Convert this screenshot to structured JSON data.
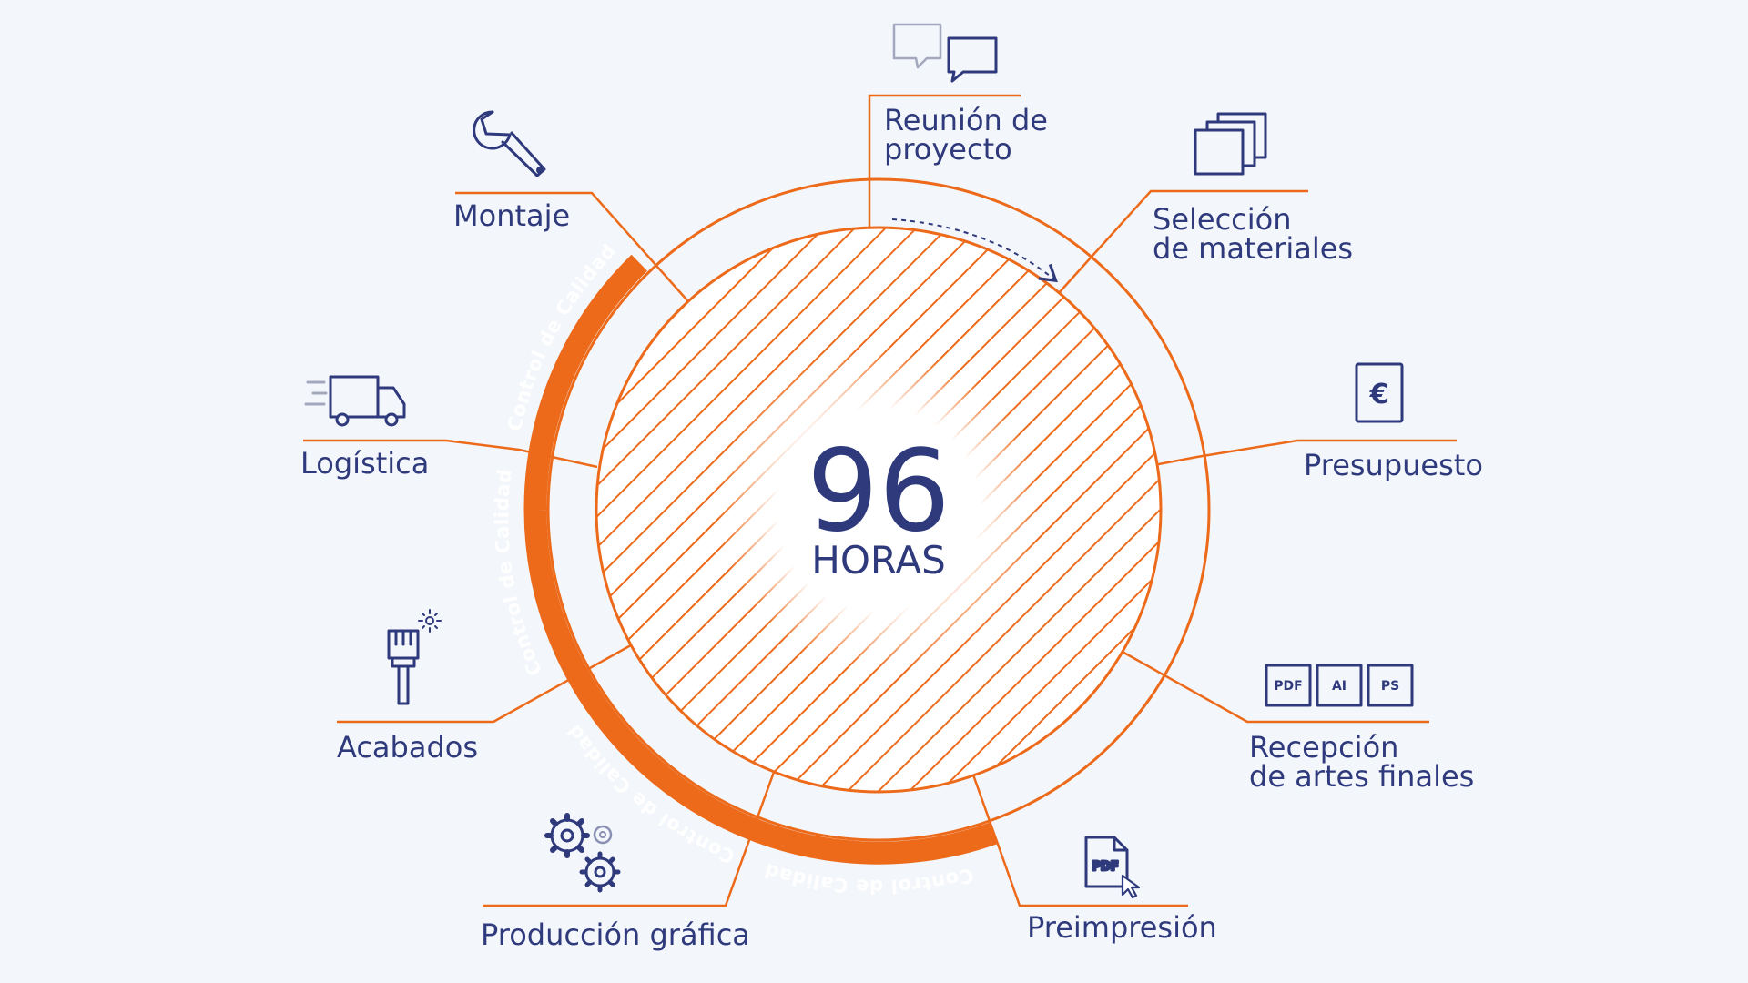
{
  "center": {
    "number": "96",
    "unit": "HORAS"
  },
  "steps": {
    "reunion": {
      "line1": "Reunión de",
      "line2": "proyecto",
      "icon": "chat-bubbles-icon"
    },
    "seleccion": {
      "line1": "Selección",
      "line2": "de materiales",
      "icon": "stacked-sheets-icon"
    },
    "presupuesto": {
      "line1": "Presupuesto",
      "icon": "euro-document-icon"
    },
    "recepcion": {
      "line1": "Recepción",
      "line2": "de artes finales",
      "icon": "file-formats-icon",
      "badges": [
        "PDF",
        "AI",
        "PS"
      ]
    },
    "preimpresion": {
      "line1": "Preimpresión",
      "icon": "pdf-cursor-icon",
      "badge": "PDF"
    },
    "produccion": {
      "line1": "Producción gráfica",
      "icon": "gears-icon"
    },
    "acabados": {
      "line1": "Acabados",
      "icon": "paint-brush-icon"
    },
    "logistica": {
      "line1": "Logística",
      "icon": "delivery-truck-icon"
    },
    "montaje": {
      "line1": "Montaje",
      "icon": "wrench-icon"
    }
  },
  "quality_band": {
    "label": "Control de Calidad"
  },
  "colors": {
    "orange": "#ec6a1a",
    "navy": "#2f3a7c",
    "background": "#f3f6fa"
  }
}
